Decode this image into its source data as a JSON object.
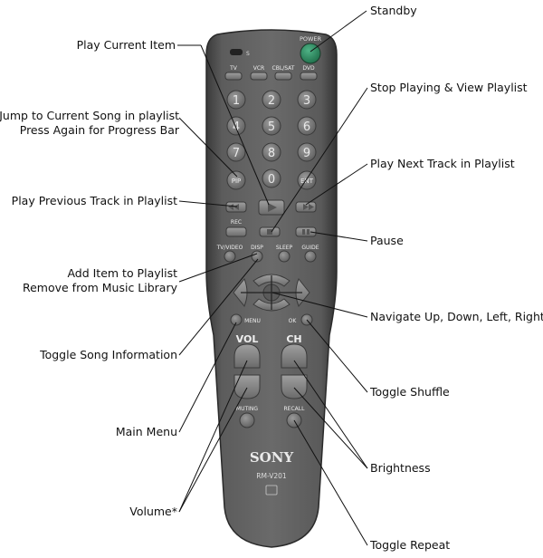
{
  "remote": {
    "brand": "SONY",
    "model": "RM-V201",
    "power_label": "POWER",
    "source_buttons": [
      "TV",
      "VCR",
      "CBL/SAT",
      "DVD"
    ],
    "digits": [
      "1",
      "2",
      "3",
      "4",
      "5",
      "6",
      "7",
      "8",
      "9",
      "0"
    ],
    "pip_label": "PIP",
    "ent_label": "ENT",
    "rec_label": "REC",
    "tvvideo_label": "TV/VIDEO",
    "disp_label": "DISP",
    "sleep_label": "SLEEP",
    "guide_label": "GUIDE",
    "menu_label": "MENU",
    "ok_label": "OK",
    "vol_label": "VOL",
    "ch_label": "CH",
    "muting_label": "MUTING",
    "recall_label": "RECALL",
    "switch_label": "S"
  },
  "labels": {
    "standby": "Standby",
    "play_current": "Play Current Item",
    "stop_view": "Stop Playing & View Playlist",
    "jump_line1": "Jump to Current Song in playlist",
    "jump_line2": "Press Again for Progress Bar",
    "play_next": "Play Next Track in Playlist",
    "play_prev": "Play Previous Track in Playlist",
    "pause": "Pause",
    "add_line1": "Add Item to Playlist",
    "add_line2": "Remove from Music Library",
    "navigate": "Navigate Up, Down, Left, Right",
    "toggle_info": "Toggle Song Information",
    "toggle_shuffle": "Toggle Shuffle",
    "main_menu": "Main Menu",
    "brightness": "Brightness",
    "volume": "Volume*",
    "toggle_repeat": "Toggle Repeat"
  }
}
